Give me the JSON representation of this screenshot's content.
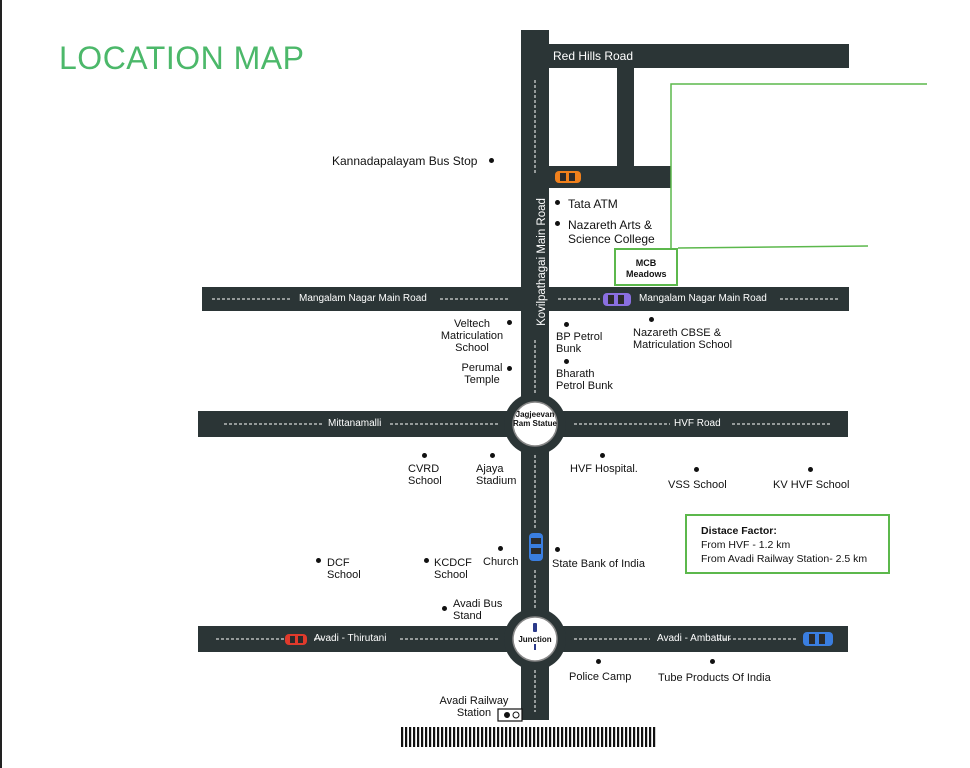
{
  "title": "LOCATION MAP",
  "roads": {
    "red_hills": "Red Hills Road",
    "kovilpathagai": "Kovilpathagai Main Road",
    "mangalam_left": "Mangalam Nagar Main Road",
    "mangalam_right": "Mangalam Nagar Main Road",
    "mittanamalli": "Mittanamalli",
    "hvf": "HVF Road",
    "avadi_thirutani": "Avadi - Thirutani",
    "avadi_ambattur": "Avadi - Ambattur"
  },
  "circles": {
    "statue": "Jagjeevan Ram Statue",
    "junction": "Junction"
  },
  "project": "MCB Meadows",
  "places": {
    "kannadapalayam": "Kannadapalayam Bus Stop",
    "tata_atm": "Tata ATM",
    "nazareth_arts": "Nazareth Arts & Science College",
    "veltech": "Veltech Matriculation School",
    "bp_petrol": "BP Petrol Bunk",
    "nazareth_cbse": "Nazareth CBSE & Matriculation School",
    "perumal": "Perumal Temple",
    "bharath_petrol": "Bharath Petrol Bunk",
    "cvrd": "CVRD School",
    "ajaya": "Ajaya Stadium",
    "hvf_hospital": "HVF Hospital.",
    "vss": "VSS School",
    "kv_hvf": "KV HVF School",
    "dcf": "DCF School",
    "kcdcf": "KCDCF School",
    "church": "Church",
    "sbi": "State Bank of India",
    "avadi_bus": "Avadi Bus Stand",
    "police": "Police Camp",
    "tube": "Tube Products Of India",
    "railway": "Avadi Railway Station"
  },
  "legend": {
    "heading": "Distace Factor:",
    "line1": "From HVF - 1.2 km",
    "line2": "From Avadi Railway Station- 2.5 km"
  },
  "colors": {
    "road": "#2b3536",
    "accent_green": "#5cb84c",
    "title_green": "#4cb86a",
    "car_orange": "#f0801c",
    "car_purple": "#8a6fe0",
    "car_red": "#e03a2c",
    "car_blue": "#3a7ee0"
  },
  "icons": [
    "car-icon",
    "dot-icon",
    "train-icon",
    "railway-track-icon"
  ]
}
